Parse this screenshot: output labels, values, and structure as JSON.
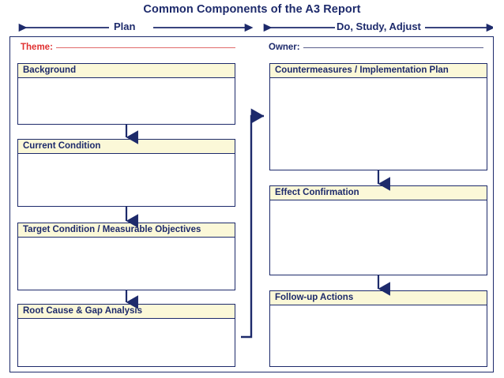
{
  "title": "Common Components of the A3 Report",
  "colors": {
    "navy": "#1d2a6b",
    "header_fill": "#fbf8d8",
    "theme_red": "#e03030",
    "page_bg": "#ffffff"
  },
  "phases": [
    {
      "id": "plan",
      "label": "Plan"
    },
    {
      "id": "do-study-adjust",
      "label": "Do, Study, Adjust"
    }
  ],
  "fields": [
    {
      "id": "theme",
      "label": "Theme:",
      "value": "",
      "placeholder": ""
    },
    {
      "id": "owner",
      "label": "Owner:",
      "value": "",
      "placeholder": ""
    }
  ],
  "left_column": {
    "boxes": [
      {
        "id": "background",
        "label": "Background",
        "content": ""
      },
      {
        "id": "current-condition",
        "label": "Current Condition",
        "content": ""
      },
      {
        "id": "target-condition",
        "label": "Target Condition / Measurable Objectives",
        "content": ""
      },
      {
        "id": "root-cause",
        "label": "Root Cause & Gap Analysis",
        "content": ""
      }
    ]
  },
  "right_column": {
    "boxes": [
      {
        "id": "countermeasures",
        "label": "Countermeasures / Implementation Plan",
        "content": ""
      },
      {
        "id": "effect-confirmation",
        "label": "Effect Confirmation",
        "content": ""
      },
      {
        "id": "follow-up-actions",
        "label": "Follow-up Actions",
        "content": ""
      }
    ]
  },
  "connectors": {
    "left_flow": "background -> current-condition -> target-condition -> root-cause",
    "cross_flow": "root-cause -> countermeasures",
    "right_flow": "countermeasures -> effect-confirmation -> follow-up-actions"
  }
}
